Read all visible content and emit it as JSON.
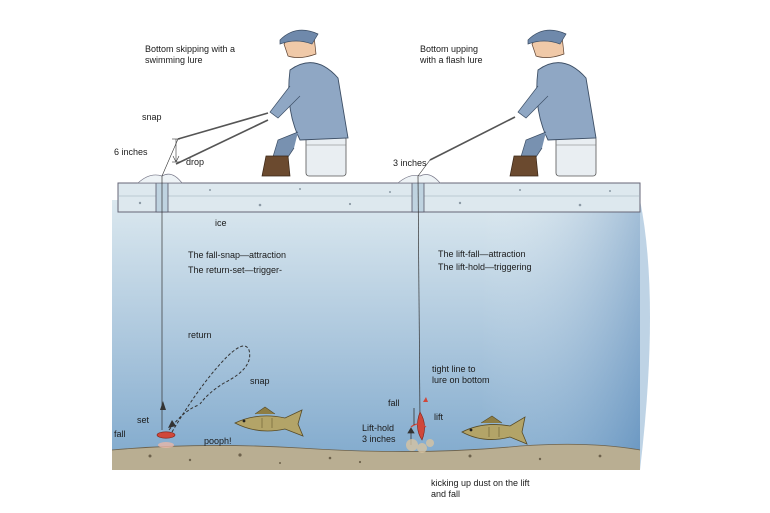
{
  "left_panel": {
    "caption": "Bottom skipping with a\nswimming lure",
    "snap_top": "snap",
    "six_inches": "6 inches",
    "drop": "drop",
    "ice": "ice",
    "line1": "The fall-snap—attraction",
    "line2": "The return-set—trigger-",
    "return": "return",
    "snap_bottom": "snap",
    "set": "set",
    "fall": "fall",
    "poof": "pooph!"
  },
  "right_panel": {
    "caption": "Bottom upping\nwith a flash lure",
    "three_inches": "3 inches",
    "line1": "The lift-fall—attraction",
    "line2": "The lift-hold—triggering",
    "tight_line": "tight line to\nlure on bottom",
    "fall": "fall",
    "lift": "lift",
    "lift_hold": "Lift-hold\n3 inches",
    "dust": "kicking up dust on the lift\nand fall"
  },
  "colors": {
    "water_top": "#cfe0ea",
    "water_bottom": "#6f9cc4",
    "ice": "#dce7ee",
    "ice_edge": "#556",
    "jacket": "#8fa7c4",
    "boots": "#6b4a2f",
    "bucket": "#e9eef2",
    "lure_red": "#d0473a",
    "fish": "#a8965c",
    "bottom": "#b3a88a"
  }
}
